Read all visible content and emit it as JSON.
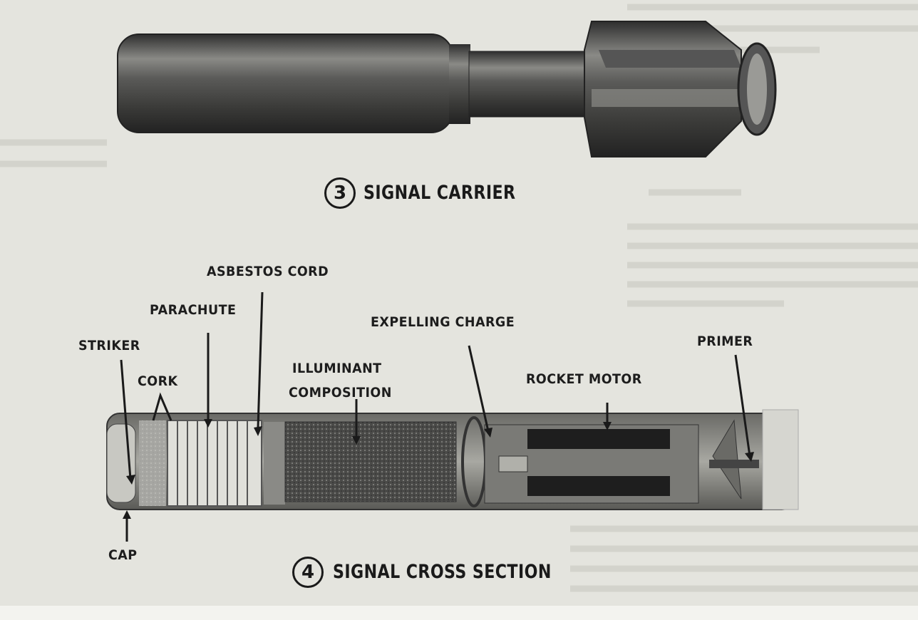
{
  "figures": [
    {
      "number": "3",
      "caption": "SIGNAL CARRIER"
    },
    {
      "number": "4",
      "caption": "SIGNAL CROSS SECTION"
    }
  ],
  "callouts": {
    "asbestos_cord": "ASBESTOS CORD",
    "parachute": "PARACHUTE",
    "striker": "STRIKER",
    "cork": "CORK",
    "illuminant_1": "ILLUMINANT",
    "illuminant_2": "COMPOSITION",
    "expelling_charge": "EXPELLING CHARGE",
    "rocket_motor": "ROCKET MOTOR",
    "primer": "PRIMER",
    "cap": "CAP"
  },
  "colors": {
    "paper": "#e4e4de",
    "ink": "#1a1a1a",
    "metal_dark": "#3a3a3a",
    "metal_light": "#9a9a96"
  }
}
